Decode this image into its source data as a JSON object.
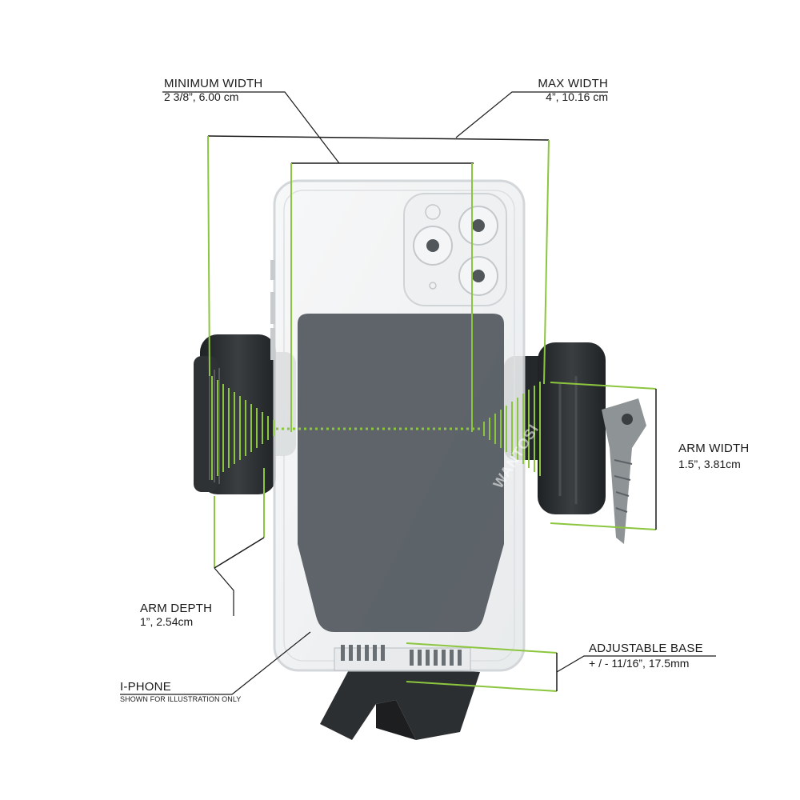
{
  "labels": {
    "min_width": {
      "title": "MINIMUM  WIDTH",
      "value": "2 3/8”, 6.00 cm"
    },
    "max_width": {
      "title": "MAX  WIDTH",
      "value": "4”, 10.16 cm"
    },
    "arm_width": {
      "title": "ARM WIDTH",
      "value": "1.5”,  3.81cm"
    },
    "arm_depth": {
      "title": "ARM DEPTH",
      "value": "1”,  2.54cm"
    },
    "adjustable_base": {
      "title": "ADJUSTABLE BASE",
      "value": "+ / - 11/16”, 17.5mm"
    },
    "iphone": {
      "title": "I-PHONE",
      "note": "SHOWN FOR ILLUSTRATION ONLY"
    }
  },
  "watermark": "WANTOSI",
  "colors": {
    "dimension_green": "#8cc63f",
    "leader_black": "#1a1a1a",
    "clamp_dark": "#2b2e30",
    "pad_gray": "#555c61",
    "phone_outline": "#cfd3d6"
  }
}
